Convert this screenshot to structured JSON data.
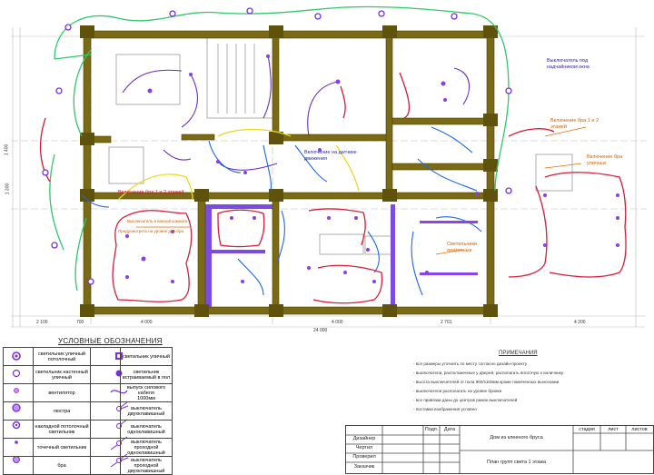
{
  "labels": {
    "switch_sink": "Выключатель под\nнадчайником окна",
    "bra_2": "Включение бра 1 и 2\nэтажей",
    "bra_night": "Включение бра\nуличных",
    "motion": "Включение на датчике\nдвижения",
    "bra_1_floor": "Включение бра 1 и 2 этажей",
    "switch_bath": "Выключатель в ванной комнате",
    "switch_corr": "Предусмотреть на уровне для бра",
    "ribbon": "Светильники\nленточные"
  },
  "dims": {
    "left_vertical": "1 400",
    "left_bottom": "1 300",
    "b1": "2 100",
    "b2": "700",
    "b3": "4 000",
    "b4": "4 000",
    "b5": "2 701",
    "b6": "4 200",
    "total": "24 000"
  },
  "legend": {
    "title": "УСЛОВНЫЕ ОБОЗНАЧЕНИЯ",
    "rows": [
      {
        "l": "светильник уличный\nпотолочный",
        "r": "светильник уличный"
      },
      {
        "l": "светильник настенный\nуличный",
        "r": "светильник\nвстраиваемый в пол"
      },
      {
        "l": "вентилятор",
        "r": "выпуск силового кабеля\n1000мм"
      },
      {
        "l": "люстра",
        "r": "выключатель\nдвухклавишный"
      },
      {
        "l": "накладной потолочный\nсветильник",
        "r": "выключатель\nодноклавишный"
      },
      {
        "l": "точечный светильник",
        "r": "выключатель проходной\nодноклавишный"
      },
      {
        "l": "бра",
        "r": "выключатель проходной\nдвухклавишный"
      }
    ]
  },
  "notes": {
    "title": "ПРИМЕЧАНИЯ",
    "items": [
      "- все размеры уточнить по месту согласно дизайн-проекту",
      "- выключатели, расположенные у дверей, располагать вплотную к наличнику",
      "- высота выключателей от пола 900/1100мм кроме помеченных выносками",
      "- выключатели располагать на уровне бровки",
      "- все привязки даны до центров рамок выключателей",
      "- поставки изображения условно"
    ]
  },
  "stamp": {
    "col_pod": "Подп.",
    "col_date": "Дата",
    "r1": "Дизайнер",
    "r2": "Чертил",
    "r3": "Проверил",
    "r4": "Заказчик",
    "title": "Дом из клееного бруса",
    "sheet_title": "План групп света 1 этажа",
    "stadia": "стадия",
    "list": "лист",
    "listov": "листов"
  }
}
